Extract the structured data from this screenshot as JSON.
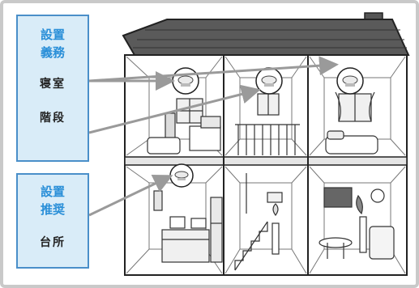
{
  "required_box": {
    "heading_line1": "設置",
    "heading_line2": "義務",
    "rooms": [
      "寝室",
      "階段"
    ]
  },
  "recommended_box": {
    "heading_line1": "設置",
    "heading_line2": "推奨",
    "rooms": [
      "台所"
    ]
  },
  "colors": {
    "label_bg": "#d9ecf8",
    "label_border": "#4a8fc9",
    "heading_text": "#2a8fd8",
    "arrow": "#9a9a9a",
    "roof": "#4a4a4a"
  }
}
